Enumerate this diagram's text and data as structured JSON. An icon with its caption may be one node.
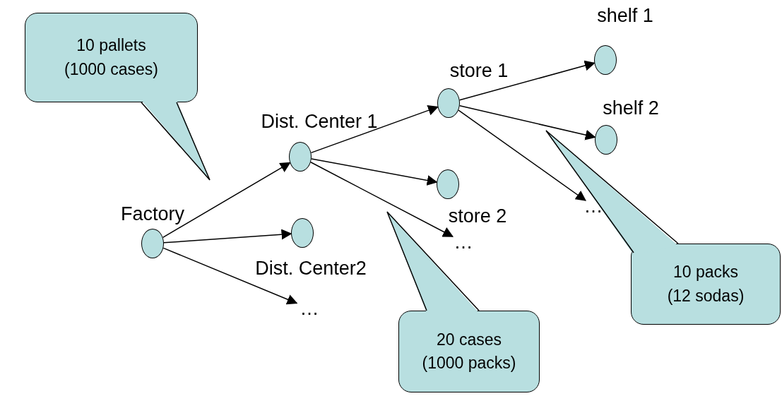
{
  "diagram": {
    "nodes": [
      {
        "text": [
          "10 pallets (1000 cases)"
        ]
      },
      {
        "text": [],
        "shape": "circle",
        "beside": [
          "Dist. Center 1"
        ]
      },
      {
        "text": [],
        "shape": "circle",
        "beside": [
          "store 1"
        ]
      },
      {
        "text": [],
        "shape": "circle",
        "beside": [
          "shelf 1"
        ]
      },
      {
        "text": [],
        "shape": "circle",
        "beside": [
          "shelf 2"
        ]
      },
      {
        "text": [],
        "shape": "circle",
        "beside": [
          "store 2"
        ]
      },
      {
        "text": [],
        "shape": "circle",
        "beside": [
          "Factory"
        ]
      },
      {
        "text": [],
        "shape": "circle",
        "beside": [
          "Dist. Center2"
        ]
      },
      {
        "text": [
          "…"
        ]
      },
      {
        "text": [
          "…"
        ]
      },
      {
        "text": [
          "…"
        ]
      },
      {
        "text": [
          "10 packs (12 sodas)"
        ]
      },
      {
        "text": [
          "20 cases (1000 packs)"
        ]
      }
    ],
    "edges": [
      {
        "from": 6,
        "to": 1,
        "arrow": "to"
      },
      {
        "from": 6,
        "to": 7,
        "arrow": "to"
      },
      {
        "from": 6,
        "to": 10,
        "arrow": "to"
      },
      {
        "from": 1,
        "to": 2,
        "arrow": "to"
      },
      {
        "from": 1,
        "to": 5,
        "arrow": "to"
      },
      {
        "from": 1,
        "to": 9,
        "arrow": "to"
      },
      {
        "from": 2,
        "to": 3,
        "arrow": "to"
      },
      {
        "from": 2,
        "to": 4,
        "arrow": "to"
      },
      {
        "from": 2,
        "to": 8,
        "arrow": "to"
      }
    ]
  }
}
